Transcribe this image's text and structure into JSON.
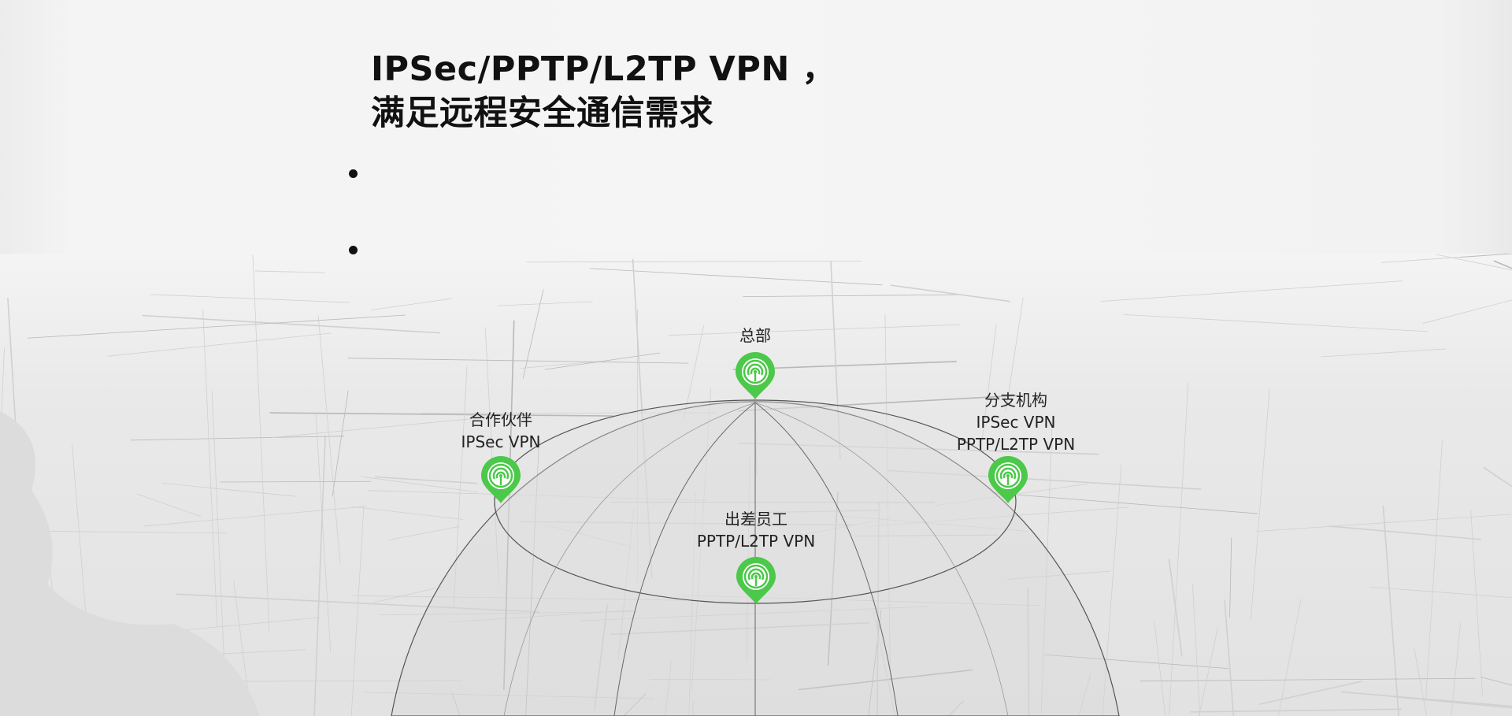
{
  "header": {
    "title_line1": "IPSec/PPTP/L2TP VPN ，",
    "title_line2": "满足远程安全通信需求"
  },
  "diagram": {
    "accent_color": "#4cc84a",
    "nodes": [
      {
        "id": "hq",
        "lines": [
          "总部"
        ],
        "icon": "signal-pin-icon"
      },
      {
        "id": "partner",
        "lines": [
          "合作伙伴",
          "IPSec VPN"
        ],
        "icon": "signal-pin-icon"
      },
      {
        "id": "branch",
        "lines": [
          "分支机构",
          "IPSec VPN",
          "PPTP/L2TP VPN"
        ],
        "icon": "signal-pin-icon"
      },
      {
        "id": "traveler",
        "lines": [
          "出差员工",
          "PPTP/L2TP VPN"
        ],
        "icon": "signal-pin-icon"
      }
    ]
  }
}
